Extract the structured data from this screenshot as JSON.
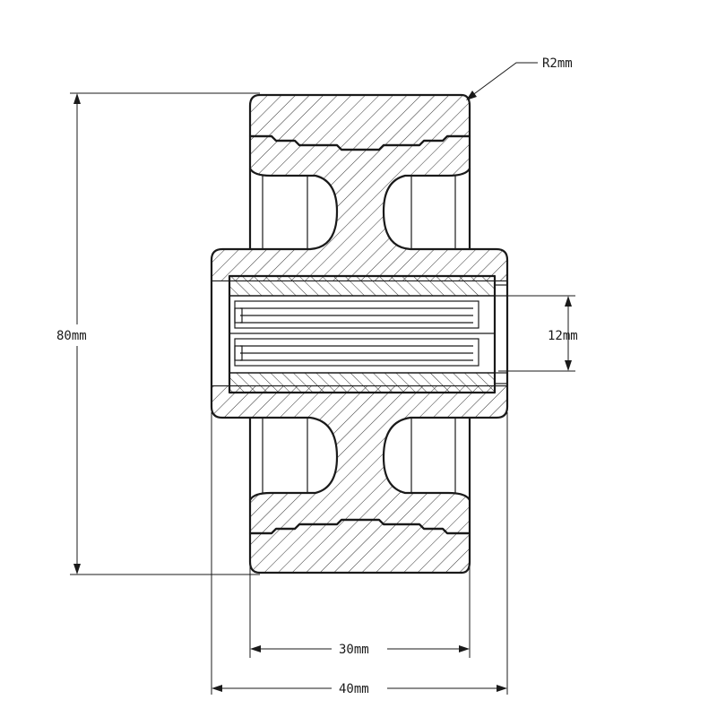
{
  "dimensions": {
    "radius": "R2mm",
    "overall_diameter": "80mm",
    "bore_diameter": "12mm",
    "tread_width": "30mm",
    "hub_length": "40mm"
  }
}
